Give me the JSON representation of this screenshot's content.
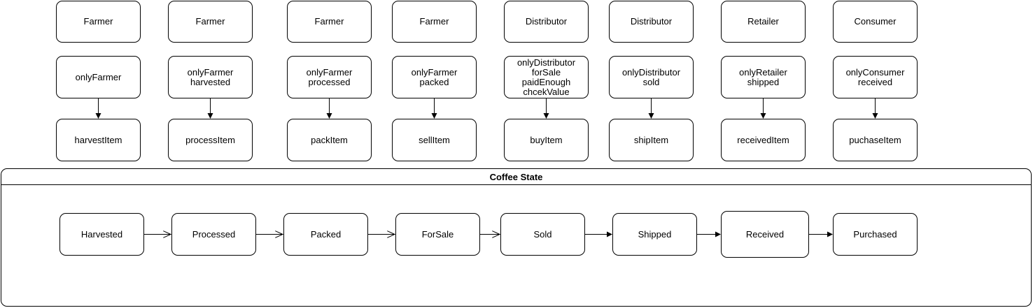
{
  "columns": [
    {
      "role": "Farmer",
      "modifiers": "onlyFarmer",
      "function": "harvestItem"
    },
    {
      "role": "Farmer",
      "modifiers": "onlyFarmer\nharvested",
      "function": "processItem"
    },
    {
      "role": "Farmer",
      "modifiers": "onlyFarmer\nprocessed",
      "function": "packItem"
    },
    {
      "role": "Farmer",
      "modifiers": "onlyFarmer\npacked",
      "function": "sellItem"
    },
    {
      "role": "Distributor",
      "modifiers": "onlyDistributor\nforSale\npaidEnough\nchcekValue",
      "function": "buyItem"
    },
    {
      "role": "Distributor",
      "modifiers": "onlyDistributor\nsold",
      "function": "shipItem"
    },
    {
      "role": "Retailer",
      "modifiers": "onlyRetailer\nshipped",
      "function": "receivedItem"
    },
    {
      "role": "Consumer",
      "modifiers": "onlyConsumer\nreceived",
      "function": "puchaseItem"
    }
  ],
  "coffee_state": {
    "title": "Coffee State",
    "states": [
      "Harvested",
      "Processed",
      "Packed",
      "ForSale",
      "Sold",
      "Shipped",
      "Received",
      "Purchased"
    ]
  }
}
